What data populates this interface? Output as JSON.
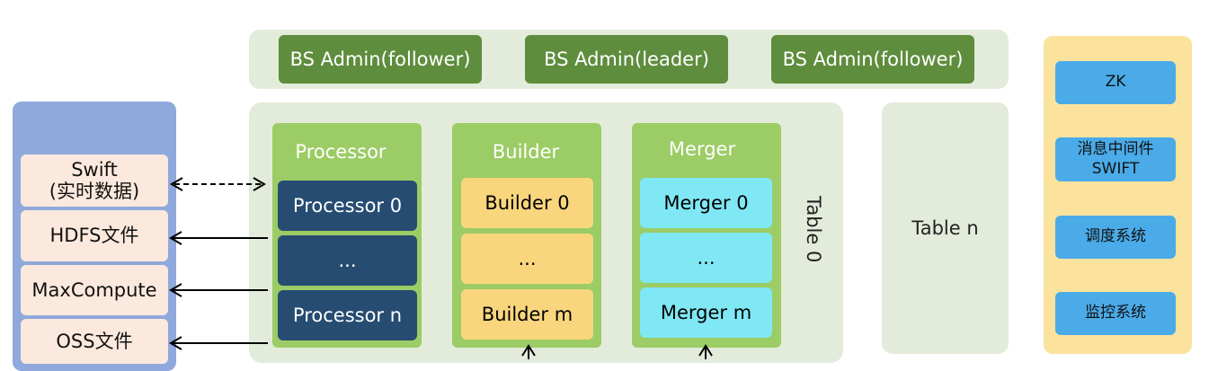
{
  "admin": {
    "follower_left": "BS Admin(follower)",
    "leader": "BS Admin(leader)",
    "follower_right": "BS Admin(follower)"
  },
  "table0": {
    "label": "Table 0",
    "processor": {
      "title": "Processor",
      "cells": [
        "Processor 0",
        "...",
        "Processor n"
      ]
    },
    "builder": {
      "title": "Builder",
      "cells": [
        "Builder 0",
        "...",
        "Builder m"
      ]
    },
    "merger": {
      "title": "Merger",
      "cells": [
        "Merger 0",
        "...",
        "Merger m"
      ]
    }
  },
  "tablen": {
    "label": "Table n"
  },
  "services": {
    "zk": "ZK",
    "mq_line1": "消息中间件",
    "mq_line2": "SWIFT",
    "scheduler": "调度系统",
    "monitor": "监控系统"
  },
  "sources": {
    "swift_line1": "Swift",
    "swift_line2": "(实时数据)",
    "hdfs": "HDFS文件",
    "maxcompute": "MaxCompute",
    "oss": "OSS文件"
  },
  "colors": {
    "admin_green": "#5e8d3d",
    "pale_green": "#e3ecda",
    "column_green": "#9ccc65",
    "processor_navy": "#264c72",
    "builder_yellow": "#f9d67e",
    "merger_cyan": "#7fe8f4",
    "service_blue": "#4aabe8",
    "service_panel": "#fbe39e",
    "source_panel": "#8fa9dc",
    "source_cell": "#fce9dd"
  }
}
